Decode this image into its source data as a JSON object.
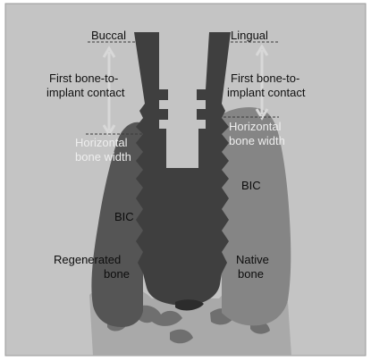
{
  "labels": {
    "buccal": "Buccal",
    "lingual": "Lingual",
    "bic_left_line1": "First bone-to-",
    "bic_left_line2": "implant contact",
    "bic_right_line1": "First bone-to-",
    "bic_right_line2": "implant contact",
    "hbw_left_line1": "Horizontal",
    "hbw_left_line2": "bone width",
    "hbw_right_line1": "Horizontal",
    "hbw_right_line2": "bone width",
    "bic_left": "BIC",
    "bic_right": "BIC",
    "regenerated_line1": "Regenerated",
    "regenerated_line2": "bone",
    "native_line1": "Native",
    "native_line2": "bone"
  },
  "colors": {
    "background_panel": "#c4c4c4",
    "implant": "#3f3f3f",
    "regenerated_bone": "#555555",
    "native_bone": "#858585",
    "basal_bone": "#a9a9a9",
    "arrow": "#d8d8d8"
  }
}
